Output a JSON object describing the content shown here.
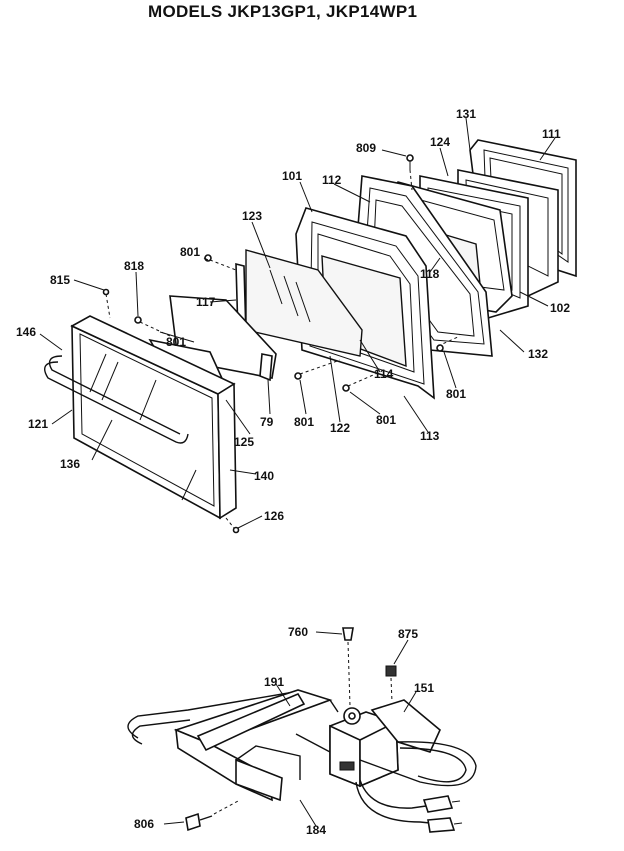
{
  "title": "MODELS JKP13GP1, JKP14WP1",
  "labels": {
    "p111": "111",
    "p131": "131",
    "p124": "124",
    "p809": "809",
    "p101": "101",
    "p112": "112",
    "p123": "123",
    "p801a": "801",
    "p118": "118",
    "p818": "818",
    "p815": "815",
    "p117": "117",
    "p102": "102",
    "p146": "146",
    "p801b": "801",
    "p132": "132",
    "p114": "114",
    "p801c": "801",
    "p121": "121",
    "p79": "79",
    "p801d": "801",
    "p801e": "801",
    "p122": "122",
    "p125": "125",
    "p113": "113",
    "p136": "136",
    "p140": "140",
    "p126": "126",
    "p760": "760",
    "p875": "875",
    "p191": "191",
    "p151": "151",
    "p806": "806",
    "p184": "184"
  },
  "parts": {
    "door_assembly": "door-assembly",
    "latch_assembly": "latch-assembly"
  }
}
